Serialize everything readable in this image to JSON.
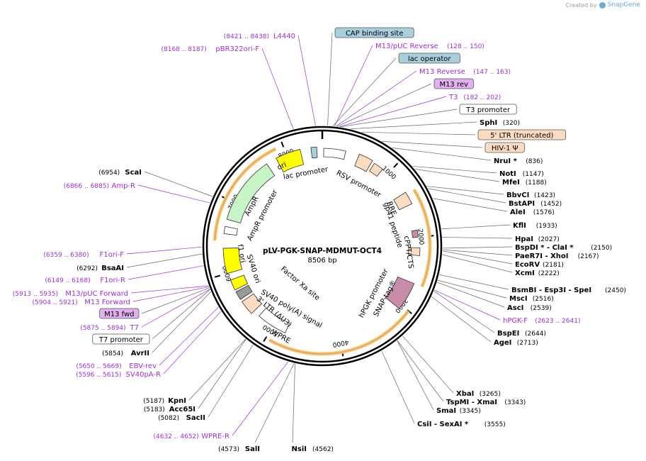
{
  "credit": {
    "prefix": "Created by",
    "brand": "SnapGene"
  },
  "plasmid": {
    "name": "pLV-PGK-SNAP-MDMUT-OCT4",
    "length_label": "8506 bp"
  },
  "colors": {
    "primer": "#9b30d0",
    "site": "#000000",
    "orf_fill": "#f5c77e",
    "orf_stroke": "#e0a040",
    "cap_fill": "#a8d0dc",
    "lac_fill": "#a8d0dc",
    "m13rev_fill": "#e0b0f0",
    "ltr_fill": "#fbdcc0",
    "ori_fill": "#ffff00",
    "ampr_fill": "#c8f5c8",
    "snap_fill": "#c88ca8"
  },
  "ticks": [
    "1000",
    "2000",
    "3000",
    "4000",
    "5000",
    "6000",
    "7000",
    "8000"
  ],
  "inner_labels": {
    "lac_promoter": "lac promoter",
    "rsv_promoter": "RSV promoter",
    "ori": "ori",
    "ampr": "AmpR",
    "ampr_promoter": "AmpR promoter",
    "f1_ori": "f1 ori",
    "sv40_ori": "SV40 ori",
    "rre": "RRE",
    "gp41": "gp41 peptide",
    "cppt": "cPPT/CTS",
    "factor_xa": "Factor Xa site",
    "sv40_polya": "SV40 poly(A) signal",
    "ltr3": "3' LTR (ΔU3)",
    "wpre": "WPRE",
    "hpgk": "hPGK promoter",
    "snap": "SNAP-tag®"
  },
  "right_labels": [
    {
      "name": "CAP binding site",
      "pos": "",
      "kind": "box",
      "fill": "cap"
    },
    {
      "name": "M13/pUC Reverse",
      "pos": "(128 .. 150)",
      "kind": "primer"
    },
    {
      "name": "lac operator",
      "pos": "",
      "kind": "box",
      "fill": "lac"
    },
    {
      "name": "M13 Reverse",
      "pos": "(147 .. 163)",
      "kind": "primer"
    },
    {
      "name": "M13 rev",
      "pos": "",
      "kind": "box",
      "fill": "m13rev"
    },
    {
      "name": "T3",
      "pos": "(182 .. 202)",
      "kind": "primer"
    },
    {
      "name": "T3 promoter",
      "pos": "",
      "kind": "box",
      "fill": "white"
    },
    {
      "name": "SphI",
      "pos": "(320)",
      "kind": "site"
    },
    {
      "name": "5' LTR (truncated)",
      "pos": "",
      "kind": "box",
      "fill": "ltr"
    },
    {
      "name": "HIV-1 Ψ",
      "pos": "",
      "kind": "box",
      "fill": "ltr"
    },
    {
      "name": "NruI *",
      "pos": "(836)",
      "kind": "site"
    },
    {
      "name": "NotI",
      "pos": "(1147)",
      "kind": "site"
    },
    {
      "name": "MfeI",
      "pos": "(1188)",
      "kind": "site"
    },
    {
      "name": "BbvCI",
      "pos": "(1423)",
      "kind": "site"
    },
    {
      "name": "BstAPI",
      "pos": "(1452)",
      "kind": "site"
    },
    {
      "name": "AleI",
      "pos": "(1576)",
      "kind": "site"
    },
    {
      "name": "KflI",
      "pos": "(1933)",
      "kind": "site"
    },
    {
      "name": "HpaI",
      "pos": "(2027)",
      "kind": "site"
    },
    {
      "name": "BspDI * - ClaI *",
      "pos": "(2150)",
      "kind": "site"
    },
    {
      "name": "PaeR7I - XhoI",
      "pos": "(2167)",
      "kind": "site"
    },
    {
      "name": "EcoRV",
      "pos": "(2181)",
      "kind": "site"
    },
    {
      "name": "XcmI",
      "pos": "(2222)",
      "kind": "site"
    },
    {
      "name": "BsmBI - Esp3I - SpeI",
      "pos": "(2450)",
      "kind": "site"
    },
    {
      "name": "MscI",
      "pos": "(2516)",
      "kind": "site"
    },
    {
      "name": "AscI",
      "pos": "(2539)",
      "kind": "site"
    },
    {
      "name": "hPGK-F",
      "pos": "(2623 .. 2641)",
      "kind": "primer"
    },
    {
      "name": "BspEI",
      "pos": "(2644)",
      "kind": "site"
    },
    {
      "name": "AgeI",
      "pos": "(2713)",
      "kind": "site"
    }
  ],
  "bottom_right_labels": [
    {
      "name": "XbaI",
      "pos": "(3265)"
    },
    {
      "name": "TspMI - XmaI",
      "pos": "(3343)"
    },
    {
      "name": "SmaI",
      "pos": "(3345)"
    },
    {
      "name": "CsiI - SexAI *",
      "pos": "(3555)"
    }
  ],
  "bottom_labels": [
    {
      "name": "SalI",
      "pos": "(4573)"
    },
    {
      "name": "NsiI",
      "pos": "(4562)"
    }
  ],
  "left_labels": [
    {
      "name": "L4440",
      "pos": "(8421 .. 8438)",
      "kind": "primer"
    },
    {
      "name": "pBR322ori-F",
      "pos": "(8168 .. 8187)",
      "kind": "primer"
    },
    {
      "name": "ScaI",
      "pos": "(6954)",
      "kind": "site"
    },
    {
      "name": "Amp-R",
      "pos": "(6866 .. 6885)",
      "kind": "primer"
    },
    {
      "name": "F1ori-F",
      "pos": "(6359 .. 6380)",
      "kind": "primer"
    },
    {
      "name": "BsaAI",
      "pos": "(6292)",
      "kind": "site"
    },
    {
      "name": "F1ori-R",
      "pos": "(6149 .. 6168)",
      "kind": "primer"
    },
    {
      "name": "M13/pUC Forward",
      "pos": "(5913 .. 5935)",
      "kind": "primer"
    },
    {
      "name": "M13 Forward",
      "pos": "(5904 .. 5921)",
      "kind": "primer"
    },
    {
      "name": "M13 fwd",
      "pos": "",
      "kind": "box",
      "fill": "m13rev"
    },
    {
      "name": "T7",
      "pos": "(5875 .. 5894)",
      "kind": "primer"
    },
    {
      "name": "T7 promoter",
      "pos": "",
      "kind": "box",
      "fill": "white"
    },
    {
      "name": "AvrII",
      "pos": "(5854)",
      "kind": "site"
    },
    {
      "name": "EBV-rev",
      "pos": "(5650 .. 5669)",
      "kind": "primer"
    },
    {
      "name": "SV40pA-R",
      "pos": "(5596 .. 5615)",
      "kind": "primer"
    },
    {
      "name": "KpnI",
      "pos": "(5187)",
      "kind": "site"
    },
    {
      "name": "Acc65I",
      "pos": "(5183)",
      "kind": "site"
    },
    {
      "name": "SacII",
      "pos": "(5082)",
      "kind": "site"
    },
    {
      "name": "WPRE-R",
      "pos": "(4632 .. 4652)",
      "kind": "primer"
    }
  ]
}
